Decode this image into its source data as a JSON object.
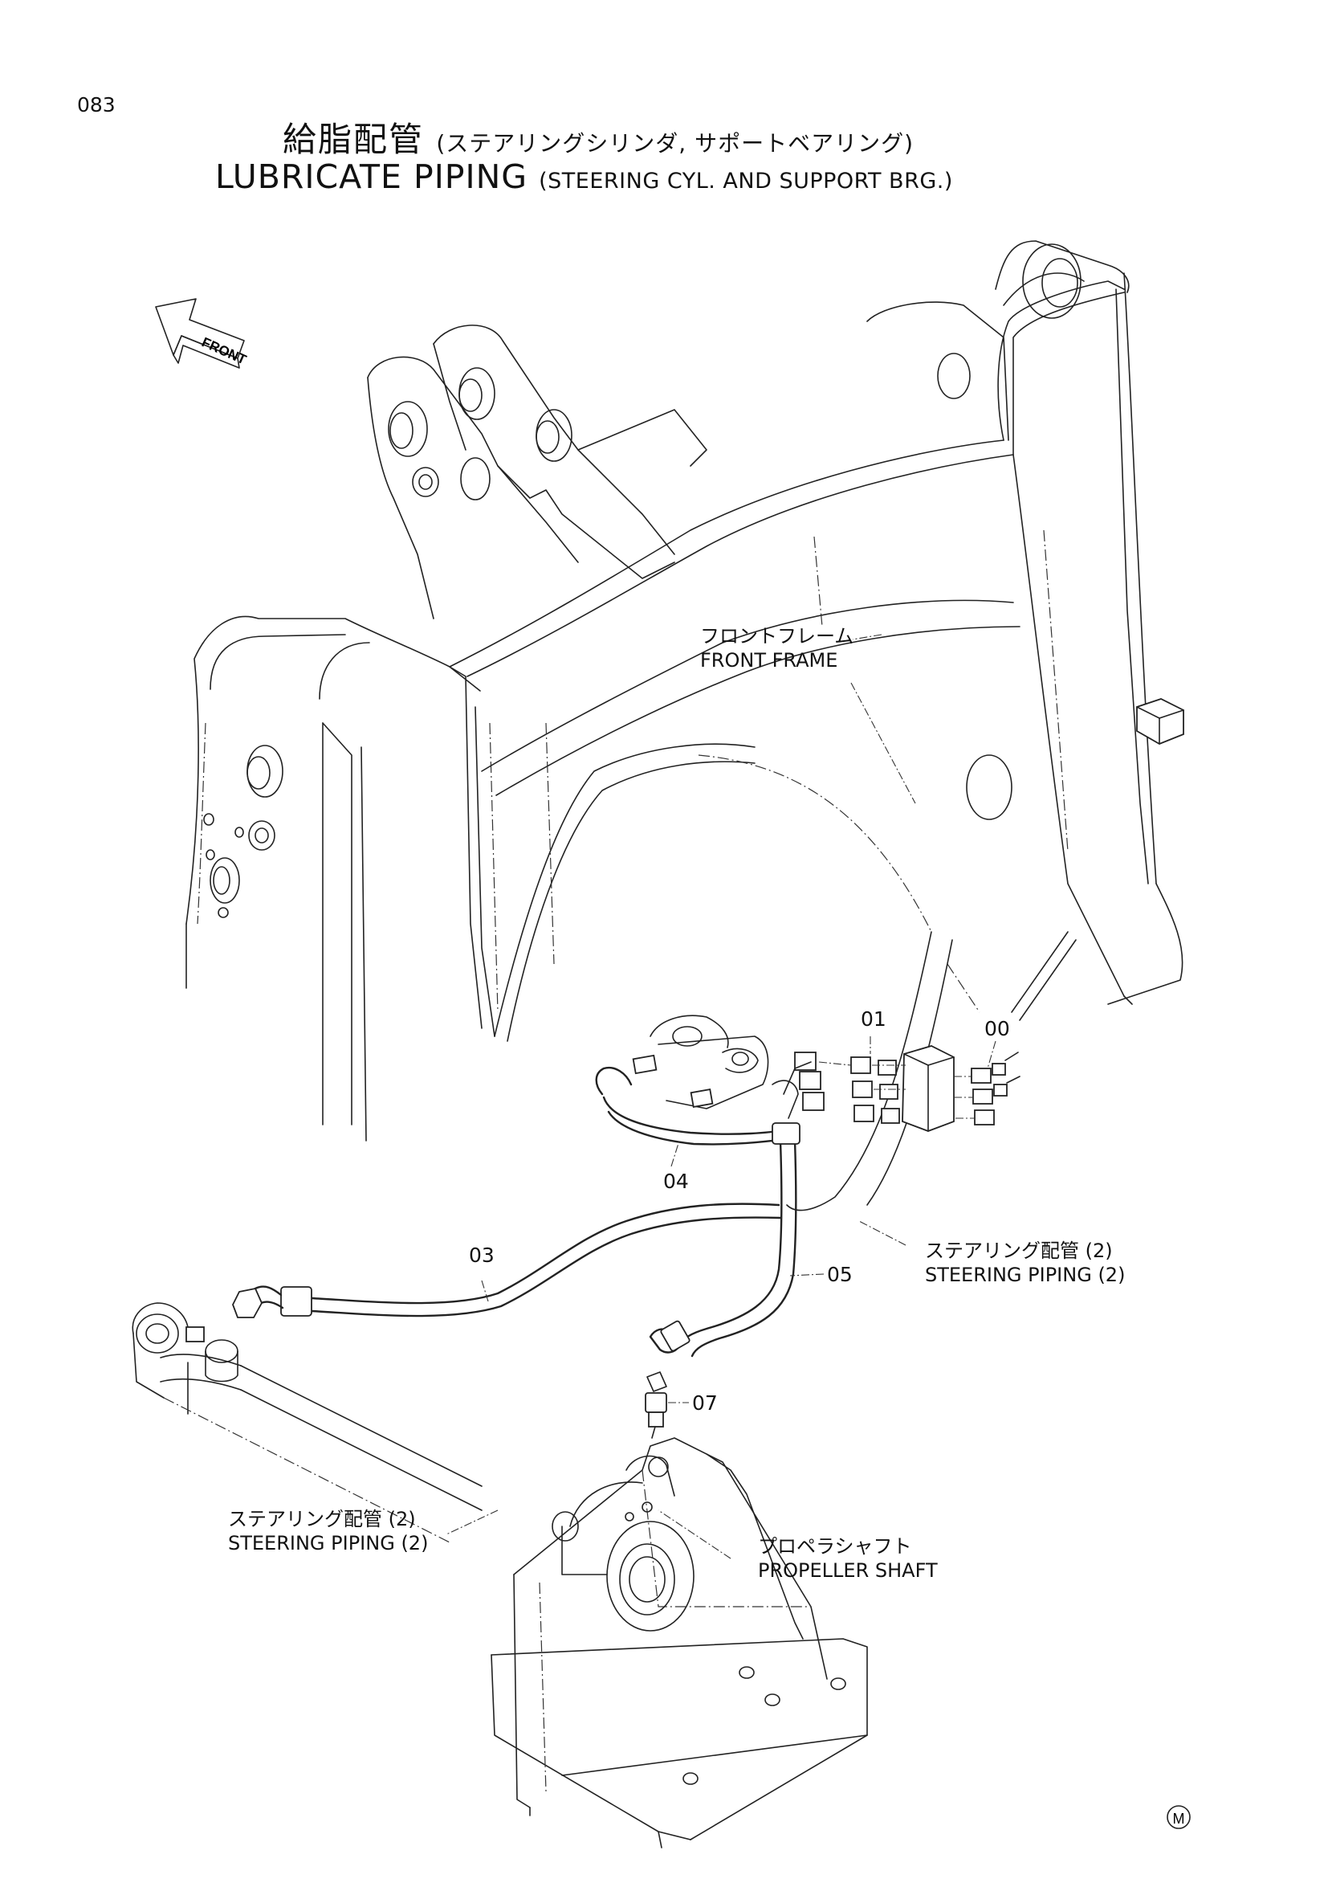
{
  "page_number": "083",
  "title": {
    "jp_main": "給脂配管",
    "jp_sub": "(ステアリングシリンダ, サポートベアリング)",
    "en_main": "LUBRICATE PIPING",
    "en_sub": "(STEERING CYL. AND SUPPORT BRG.)"
  },
  "front_arrow": {
    "label": "FRONT"
  },
  "labels": {
    "front_frame": {
      "jp": "フロントフレーム",
      "en": "FRONT FRAME"
    },
    "steering_piping_right": {
      "jp": "ステアリング配管 (2)",
      "en": "STEERING PIPING (2)"
    },
    "steering_piping_left": {
      "jp": "ステアリング配管 (2)",
      "en": "STEERING PIPING (2)"
    },
    "propeller_shaft": {
      "jp": "プロペラシャフト",
      "en": "PROPELLER SHAFT"
    }
  },
  "part_numbers": {
    "p00": "00",
    "p01": "01",
    "p03": "03",
    "p04": "04",
    "p05": "05",
    "p07": "07"
  },
  "mark": "M"
}
